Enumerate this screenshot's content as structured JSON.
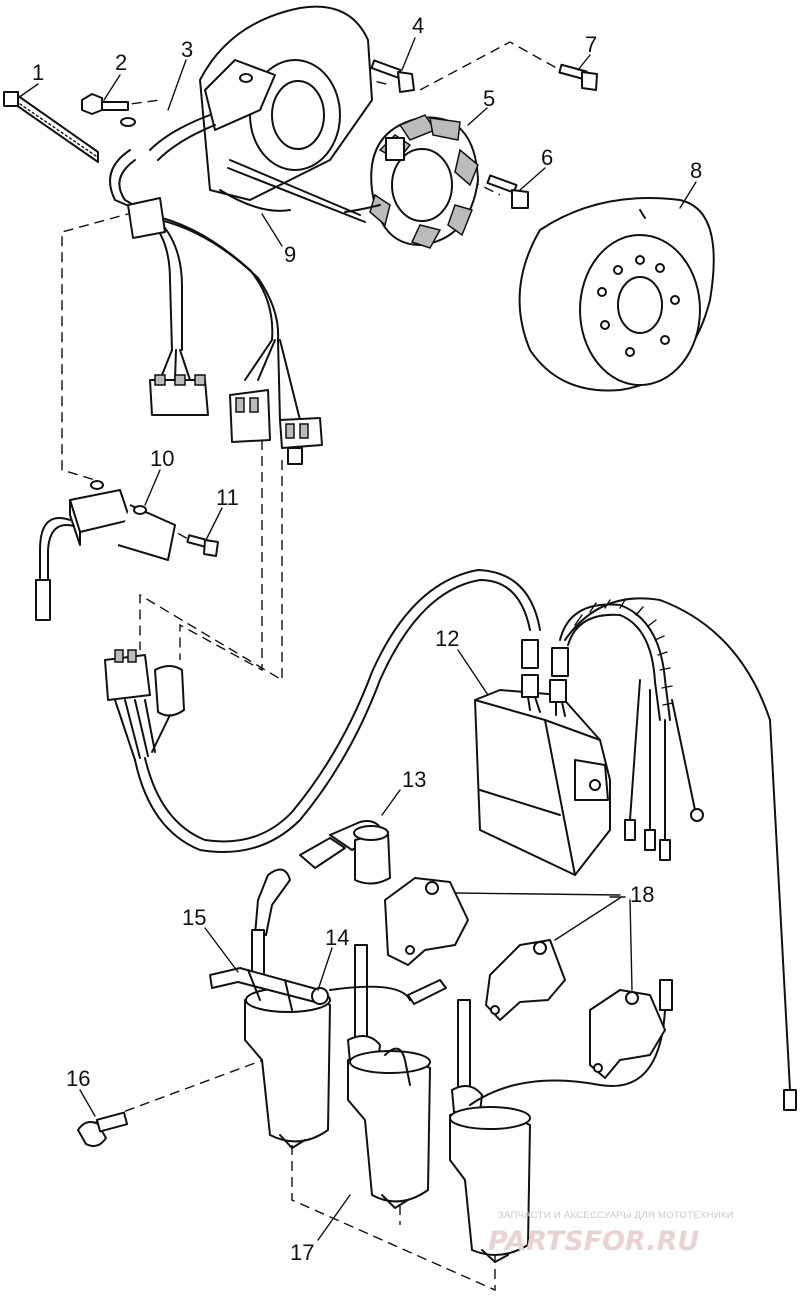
{
  "callouts": {
    "c1": "1",
    "c2": "2",
    "c3": "3",
    "c4": "4",
    "c5": "5",
    "c6": "6",
    "c7": "7",
    "c8": "8",
    "c9": "9",
    "c10": "10",
    "c11": "11",
    "c12": "12",
    "c13": "13",
    "c14": "14",
    "c15": "15",
    "c16": "16",
    "c17": "17",
    "c18": "18"
  },
  "watermark": {
    "tagline": "ЗАПЧАСТИ И АКСЕССУАРЫ ДЛЯ МОТОТЕХНИКИ",
    "site": "PARTSFOR.RU"
  },
  "colors": {
    "line": "#111111",
    "background": "#ffffff",
    "watermark": "#ead2d2"
  }
}
